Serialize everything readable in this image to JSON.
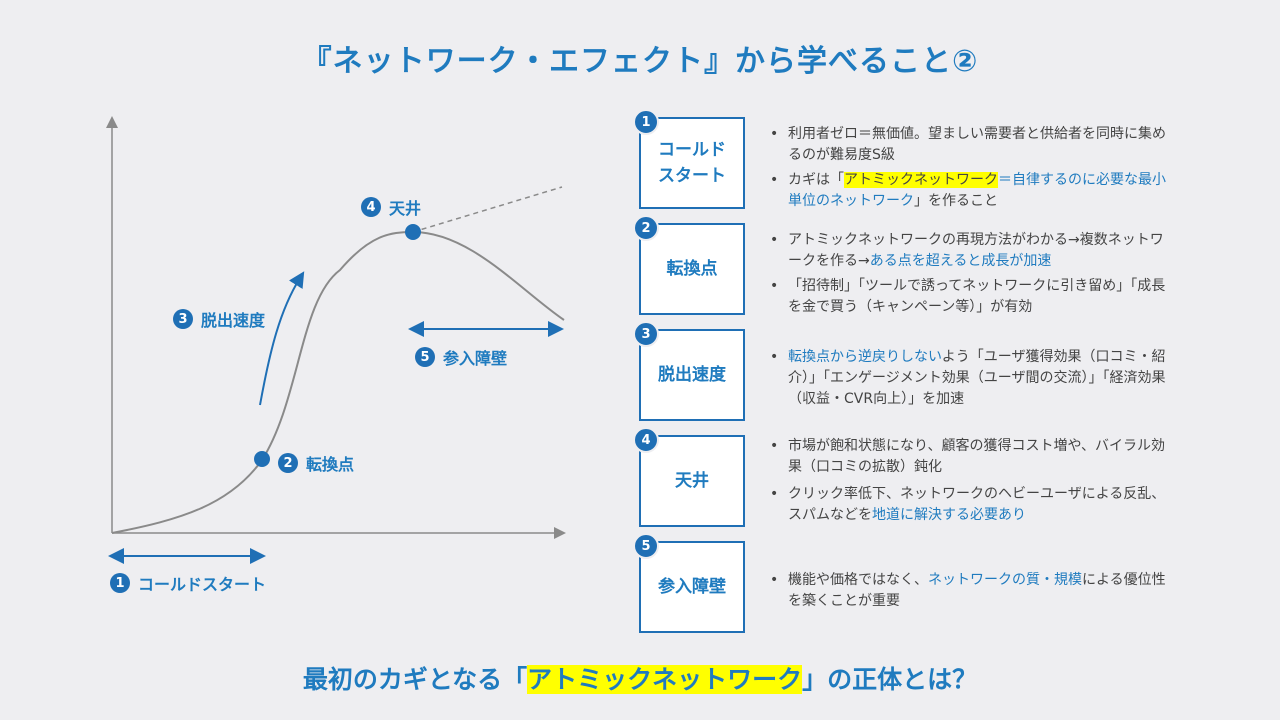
{
  "title": "『ネットワーク・エフェクト』から学べること②",
  "diagram": {
    "labels": {
      "cold_start": {
        "num": "1",
        "text": "コールドスタート"
      },
      "tipping_point": {
        "num": "2",
        "text": "転換点"
      },
      "escape_velocity": {
        "num": "3",
        "text": "脱出速度"
      },
      "ceiling": {
        "num": "4",
        "text": "天井"
      },
      "moat": {
        "num": "5",
        "text": "参入障壁"
      }
    }
  },
  "stages": [
    {
      "num": "1",
      "name_lines": [
        "コールド",
        "スタート"
      ],
      "bullets": [
        [
          {
            "t": "利用者ゼロ＝無価値。望ましい需要者と供給者を同時に集めるのが難易度S級"
          }
        ],
        [
          {
            "t": "カギは「"
          },
          {
            "t": "アトミックネットワーク",
            "s": "hl"
          },
          {
            "t": "＝自律するのに必要な最小単位のネットワーク",
            "s": "blue"
          },
          {
            "t": "」を作ること"
          }
        ]
      ]
    },
    {
      "num": "2",
      "name_lines": [
        "転換点"
      ],
      "bullets": [
        [
          {
            "t": "アトミックネットワークの再現方法がわかる→複数ネットワークを作る→"
          },
          {
            "t": "ある点を超えると成長が加速",
            "s": "blue"
          }
        ],
        [
          {
            "t": "「招待制」「ツールで誘ってネットワークに引き留め」「成長を金で買う（キャンペーン等）」が有効"
          }
        ]
      ]
    },
    {
      "num": "3",
      "name_lines": [
        "脱出速度"
      ],
      "bullets": [
        [
          {
            "t": "転換点から逆戻りしない",
            "s": "blue"
          },
          {
            "t": "よう「ユーザ獲得効果（口コミ・紹介）」「エンゲージメント効果（ユーザ間の交流）」「経済効果（収益・CVR向上）」を加速"
          }
        ]
      ]
    },
    {
      "num": "4",
      "name_lines": [
        "天井"
      ],
      "bullets": [
        [
          {
            "t": "市場が飽和状態になり、顧客の獲得コスト増や、バイラル効果（口コミの拡散）鈍化"
          }
        ],
        [
          {
            "t": "クリック率低下、ネットワークのヘビーユーザによる反乱、スパムなどを"
          },
          {
            "t": "地道に解決する必要あり",
            "s": "blue"
          }
        ]
      ]
    },
    {
      "num": "5",
      "name_lines": [
        "参入障壁"
      ],
      "bullets": [
        [
          {
            "t": "機能や価格ではなく、"
          },
          {
            "t": "ネットワークの質・規模",
            "s": "blue"
          },
          {
            "t": "による優位性を築くことが重要"
          }
        ]
      ]
    }
  ],
  "footer": {
    "before": "最初のカギとなる「",
    "highlight": "アトミックネットワーク",
    "after": "」の正体とは？"
  },
  "colors": {
    "accent": "#1f7bbf",
    "accent_dark": "#1f6fb5",
    "highlight": "#ffff00",
    "curve": "#888888",
    "background": "#eeeef1"
  }
}
